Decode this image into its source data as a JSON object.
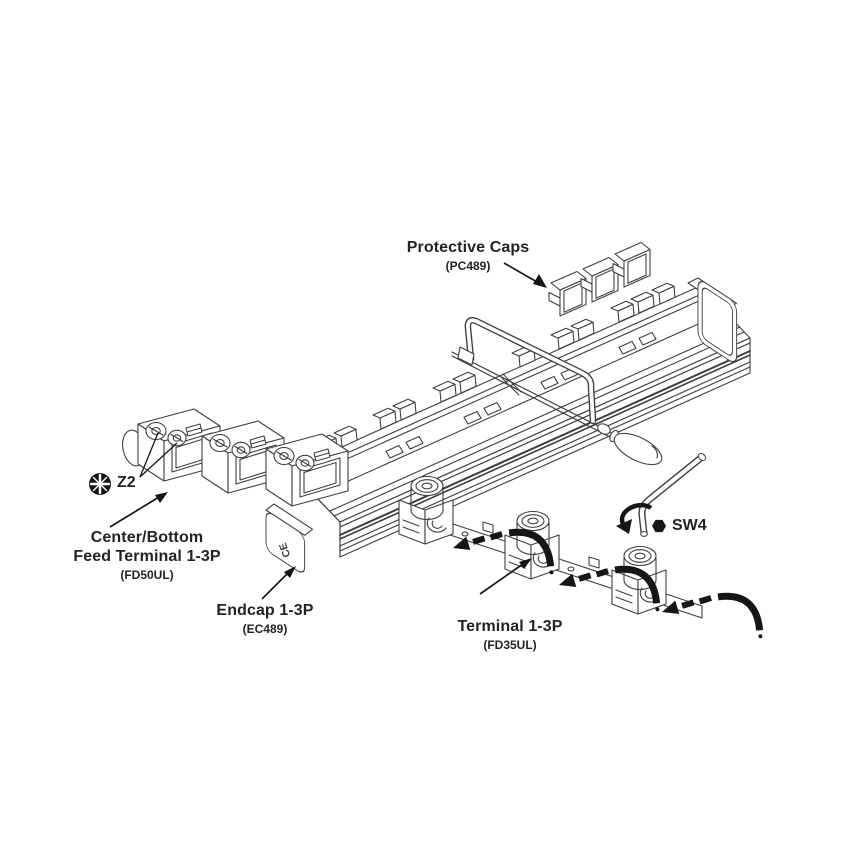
{
  "figure": {
    "type": "exploded-assembly-diagram",
    "colors": {
      "background": "#ffffff",
      "line": "#3f3f3f",
      "label_text": "#232323",
      "arrow": "#161616"
    }
  },
  "labels": {
    "protective_caps": {
      "title": "Protective Caps",
      "code": "(PC489)"
    },
    "driver_size": {
      "label": "Z2",
      "icon": "pozidriv-icon"
    },
    "feed_terminal": {
      "title_line1": "Center/Bottom",
      "title_line2": "Feed Terminal 1-3P",
      "code": "(FD50UL)"
    },
    "endcap": {
      "title": "Endcap 1-3P",
      "code": "(EC489)"
    },
    "terminal": {
      "title": "Terminal 1-3P",
      "code": "(FD35UL)"
    },
    "hex_key_size": {
      "label": "SW4",
      "icon": "hex-bullet-icon"
    },
    "endcap_mark": "CE"
  }
}
